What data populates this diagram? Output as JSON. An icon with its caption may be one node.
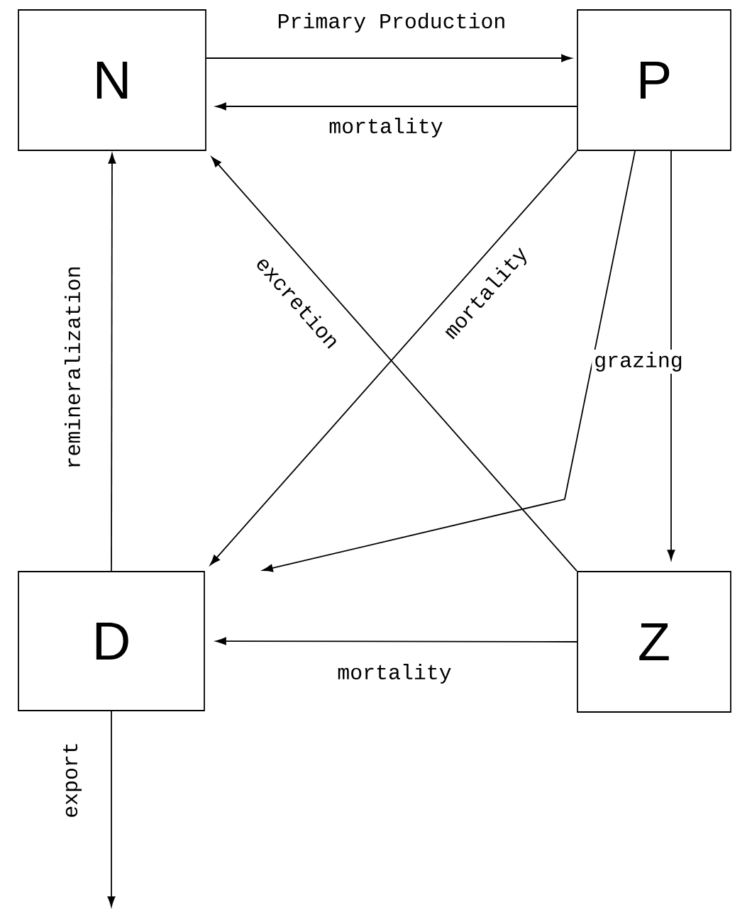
{
  "diagram": {
    "nodes": [
      {
        "text": [
          "N"
        ]
      },
      {
        "text": [
          "P"
        ]
      },
      {
        "text": [
          "D"
        ]
      },
      {
        "text": [
          "Z"
        ]
      }
    ],
    "edges": [
      {
        "from": 0,
        "to": 1,
        "arrow": "to",
        "label": "Primary Production"
      },
      {
        "from": 1,
        "to": 0,
        "arrow": "to",
        "label": "mortality"
      },
      {
        "from": 1,
        "to": 2,
        "arrow": "to",
        "label": "mortality"
      },
      {
        "from": 3,
        "to": 0,
        "arrow": "to",
        "label": "excretion"
      },
      {
        "from": 1,
        "to": 2,
        "arrow": "to"
      },
      {
        "from": 1,
        "to": 3,
        "arrow": "to",
        "label": "grazing"
      },
      {
        "from": 3,
        "to": 2,
        "arrow": "to",
        "label": "mortality"
      },
      {
        "from": 2,
        "to": 0,
        "arrow": "to",
        "label": "remineralization"
      },
      {
        "from": 2,
        "to": null,
        "arrow": "to",
        "label": "export"
      }
    ]
  }
}
